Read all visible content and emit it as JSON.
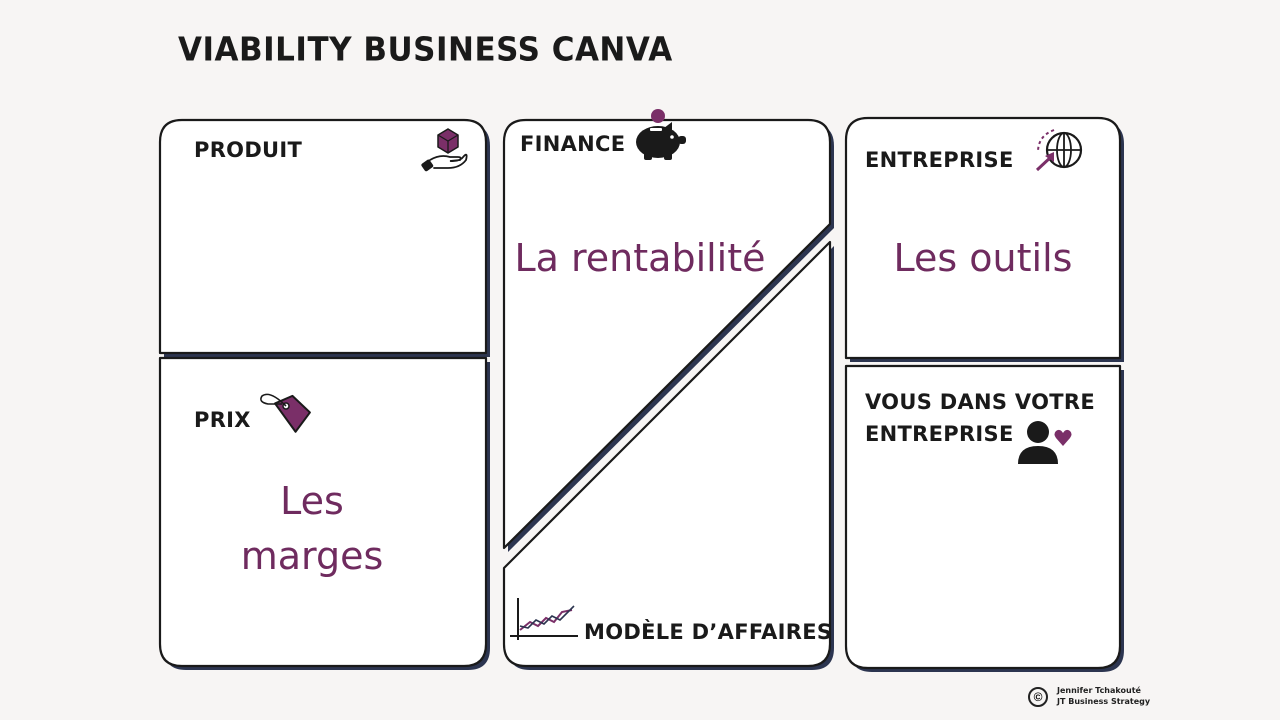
{
  "title": "VIABILITY BUSINESS CANVA",
  "boxes": {
    "produit": {
      "label": "PRODUIT",
      "icon": "hand-cube-icon"
    },
    "prix": {
      "label": "PRIX",
      "icon": "price-tag-icon",
      "text_line1": "Les",
      "text_line2": "marges"
    },
    "finance": {
      "label": "FINANCE",
      "icon": "piggy-bank-icon",
      "text": "La rentabilité"
    },
    "modele": {
      "label": "MODÈLE D’AFFAIRES",
      "icon": "line-chart-icon"
    },
    "entreprise": {
      "label": "ENTREPRISE",
      "icon": "globe-arrow-icon",
      "text": "Les outils"
    },
    "vous": {
      "label_line1": "VOUS DANS VOTRE",
      "label_line2": "ENTREPRISE",
      "icon": "person-heart-icon"
    }
  },
  "credit": {
    "line1": "Jennifer Tchakouté",
    "line2": "JT Business Strategy",
    "symbol": "©"
  },
  "colors": {
    "accent": "#6f2b5f",
    "ink": "#1a1a1a",
    "background": "#f7f5f4",
    "card": "#ffffff",
    "shadow": "#2c3550"
  }
}
